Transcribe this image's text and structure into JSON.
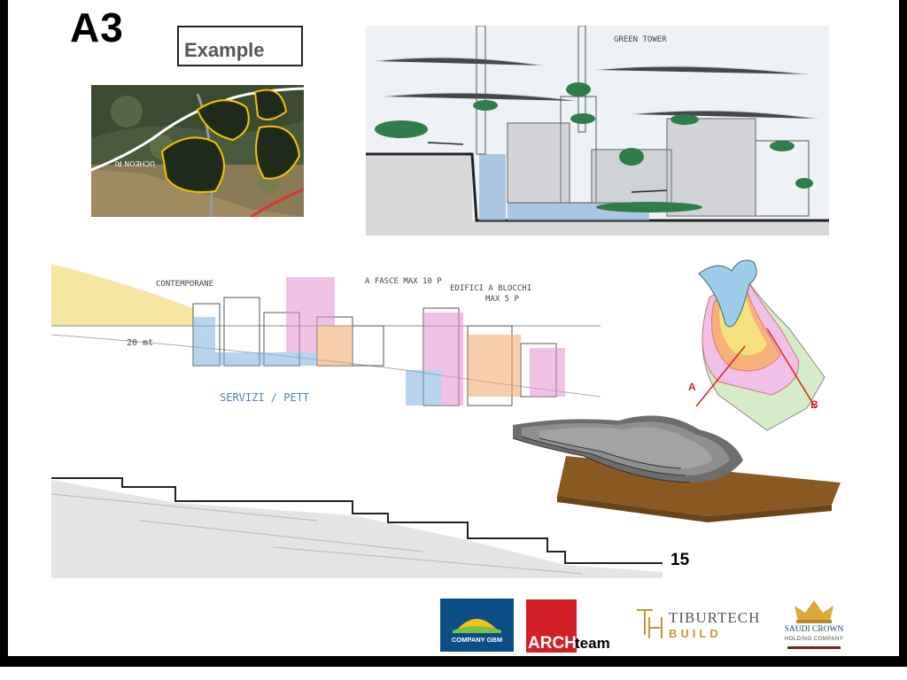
{
  "slide": {
    "code": "A3",
    "example_label": "Example",
    "page_number": "15"
  },
  "aerial": {
    "map_label": "UCHEON RI"
  },
  "section_top": {
    "annotation": "GREEN TOWER"
  },
  "section_mid": {
    "annotation_left": "CONTEMPORANE",
    "annotation_mid": "A FASCE MAX 10 P",
    "annotation_right_1": "EDIFICI A BLOCCHI",
    "annotation_right_2": "MAX 5 P",
    "annotation_dim": "20 mt",
    "annotation_services": "SERVIZI / PETT"
  },
  "plan": {
    "label_a": "A",
    "label_b": "B"
  },
  "logos": {
    "gbm": "COMPANY GBM",
    "arch_a": "ARCH",
    "arch_b": "team",
    "tiburtech_top": "TIBURTECH",
    "tiburtech_bottom": "BUILD",
    "saudi_name": "SAUDI CROWN",
    "saudi_sub": "HOLDING COMPANY"
  },
  "colors": {
    "gbm_blue": "#0b4d86",
    "arch_red": "#d31f26",
    "tiburtech_gold": "#c8963a",
    "saudi_gold": "#d9a93a",
    "model_brown": "#8a5a22",
    "contour_yellow": "#f2c400"
  }
}
